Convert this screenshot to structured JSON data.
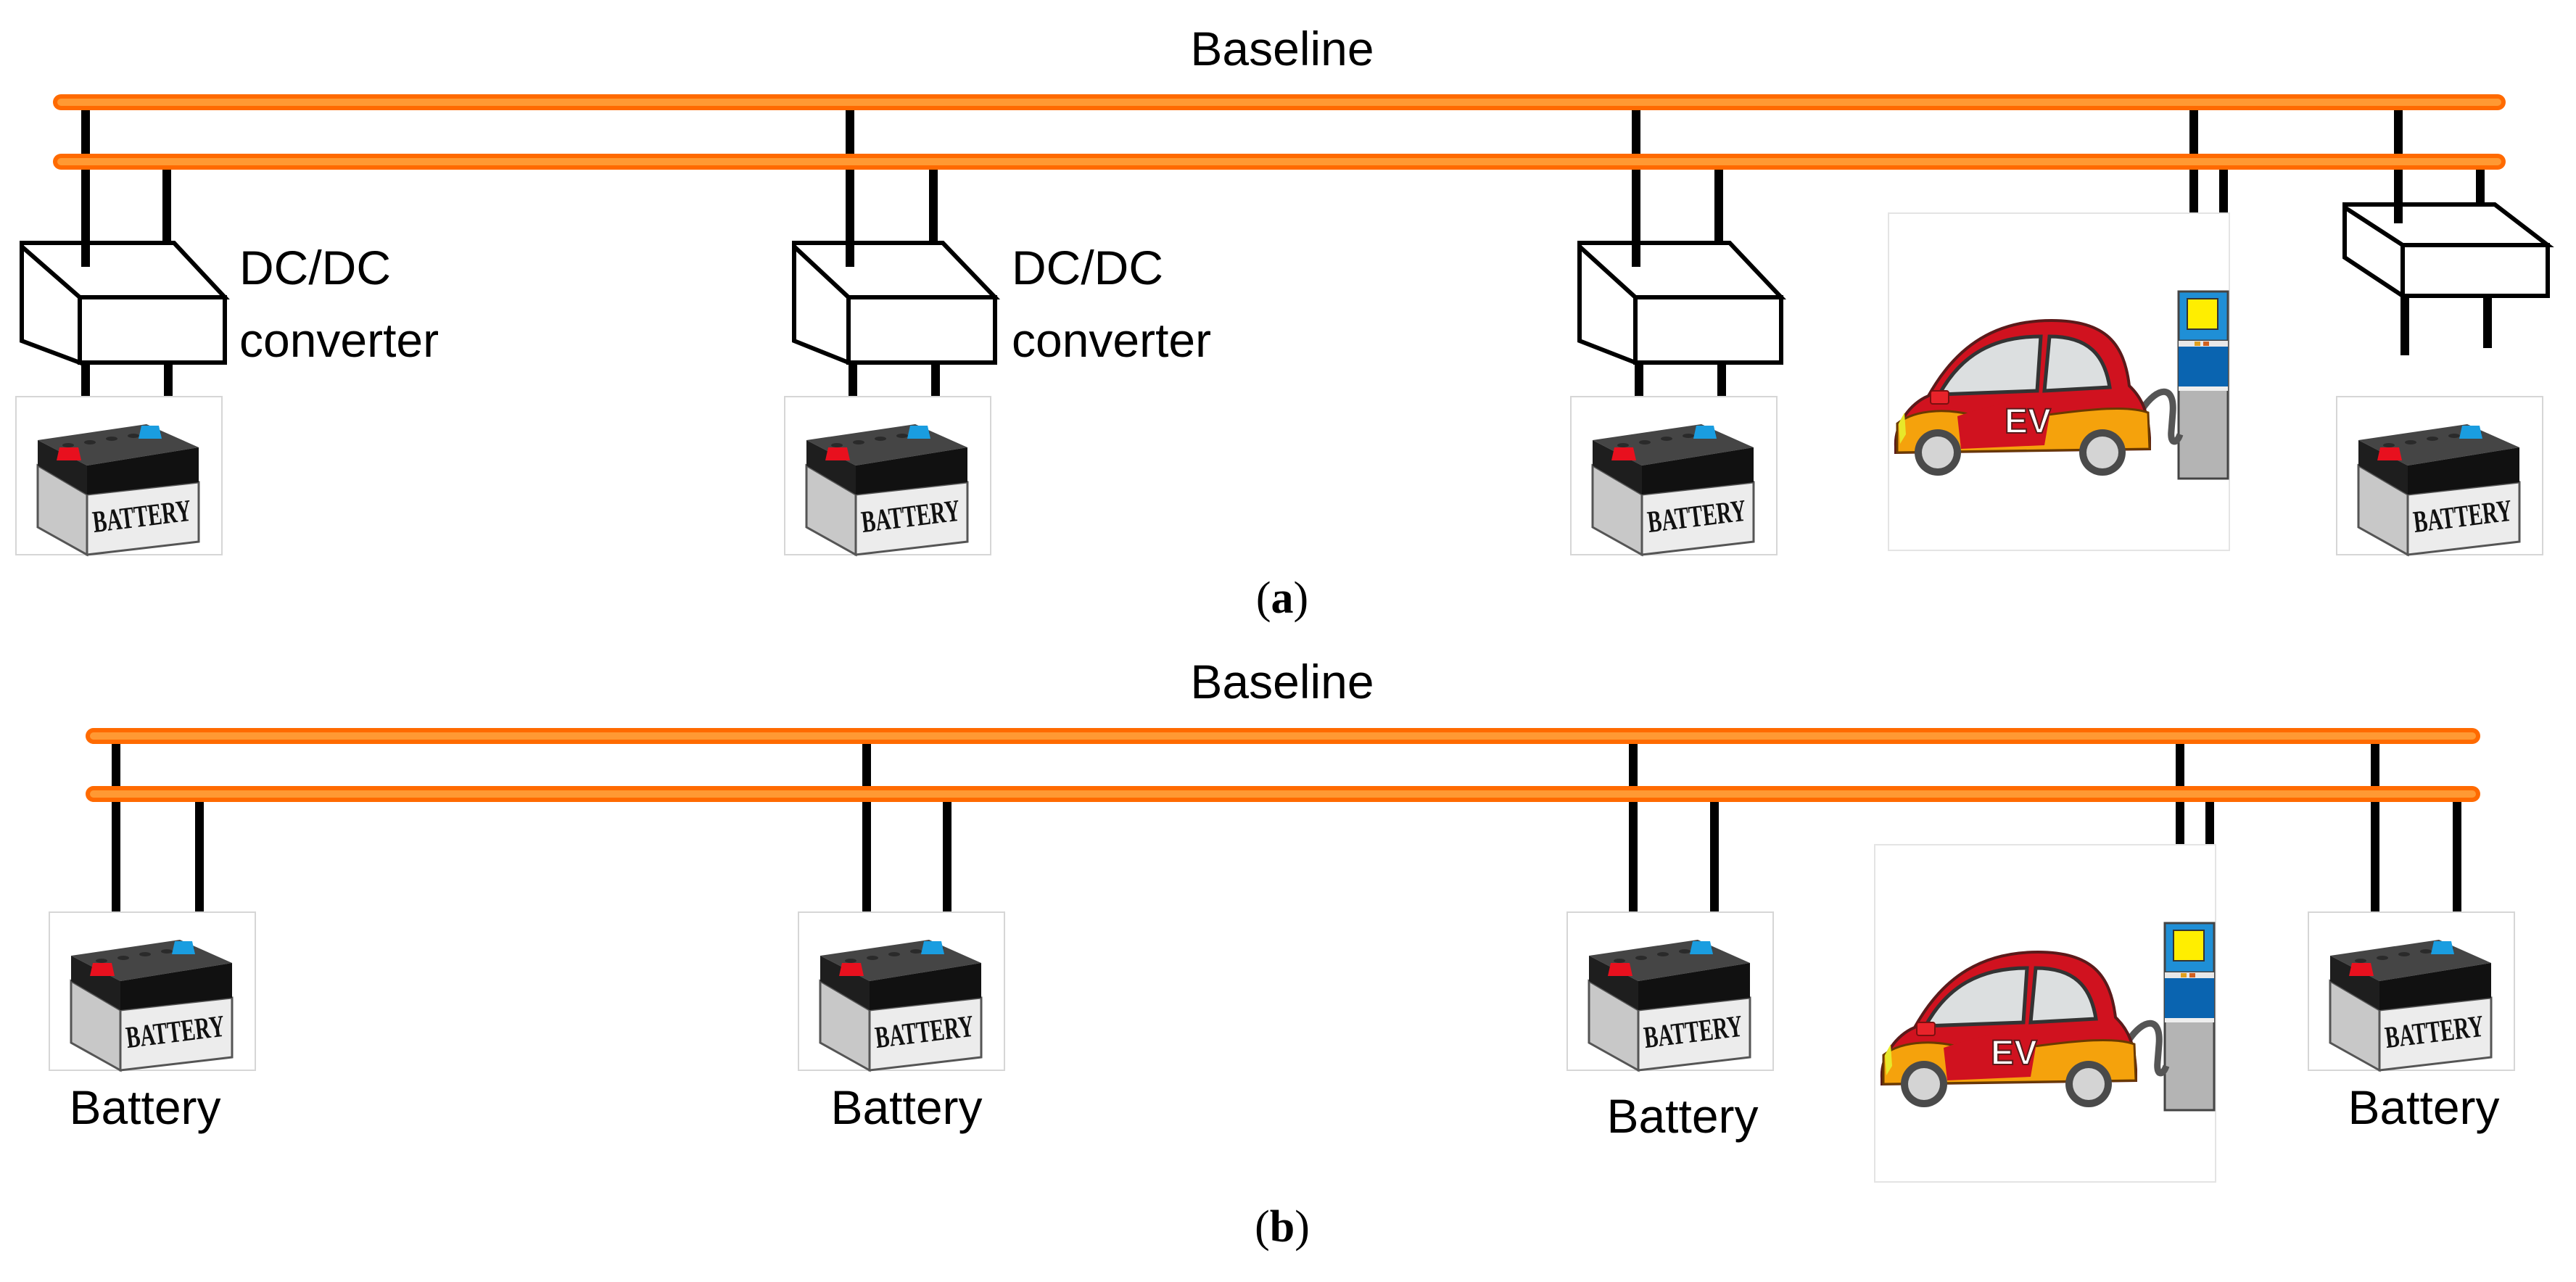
{
  "colors": {
    "bus_outer": "#ff6a00",
    "bus_inner": "#ff9933",
    "wire": "#000000",
    "battery_top": "#454545",
    "battery_side": "#c8c8c8",
    "battery_front": "#ececec",
    "terminal_pos": "#e8101e",
    "terminal_neg": "#1a9de0",
    "car_body": "#d0121f",
    "car_lower": "#f5a20c",
    "car_window": "#dcdfe0",
    "charger_blue": "#1f8fd6",
    "charger_dark_blue": "#0a64b0",
    "charger_screen": "#ffee00",
    "charger_grey": "#b4b4b4"
  },
  "panel_a": {
    "bus_label": "Baseline",
    "caption_open": "(",
    "caption_letter": "a",
    "caption_close": ")",
    "converter_label_line1": "DC/DC",
    "converter_label_line2": "converter",
    "battery_text": "BATTERY",
    "ev_text": "EV",
    "units": [
      {
        "type": "converter-battery",
        "labeled": true
      },
      {
        "type": "converter-battery",
        "labeled": true
      },
      {
        "type": "converter-battery",
        "labeled": false
      },
      {
        "type": "ev-charger"
      },
      {
        "type": "converter-battery",
        "labeled": false
      }
    ]
  },
  "panel_b": {
    "bus_label": "Baseline",
    "caption_open": "(",
    "caption_letter": "b",
    "caption_close": ")",
    "battery_label": "Battery",
    "battery_text": "BATTERY",
    "ev_text": "EV",
    "units": [
      {
        "type": "battery",
        "label": "Battery"
      },
      {
        "type": "battery",
        "label": "Battery"
      },
      {
        "type": "battery",
        "label": "Battery"
      },
      {
        "type": "ev-charger"
      },
      {
        "type": "battery",
        "label": "Battery"
      }
    ]
  }
}
